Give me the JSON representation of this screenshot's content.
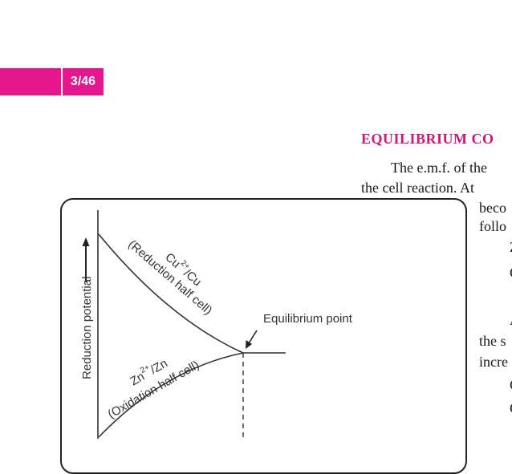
{
  "header": {
    "page_number": "3/46"
  },
  "section": {
    "heading": "EQUILIBRIUM CO"
  },
  "body_text": {
    "line1": "The e.m.f. of the",
    "line2": "the cell reaction. At",
    "right_column": [
      "beco",
      "follo",
      "Z",
      "C",
      "A",
      "the s",
      "incre",
      "C",
      "C"
    ]
  },
  "figure": {
    "y_axis_label": "Reduction potential",
    "cu_label": {
      "base": "Cu",
      "superscript": "2+",
      "suffix": "/Cu",
      "note": "(Reduction half cell)"
    },
    "zn_label": {
      "base": "Zn",
      "superscript": "2+",
      "suffix": "/Zn",
      "note": "(Oxidation half cell)"
    },
    "equilibrium_label": "Equilibrium point"
  }
}
